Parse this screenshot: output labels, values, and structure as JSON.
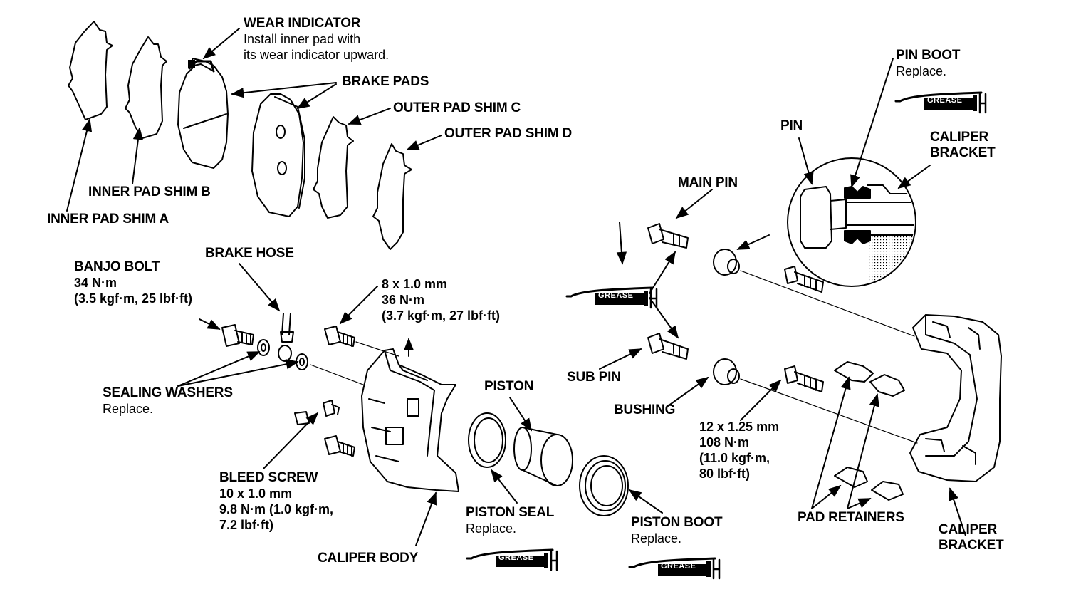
{
  "labels": {
    "wear_indicator": {
      "title": "WEAR INDICATOR",
      "line1": "Install inner pad with",
      "line2": "its wear indicator upward."
    },
    "brake_pads": "BRAKE PADS",
    "outer_pad_shim_c": "OUTER PAD SHIM C",
    "outer_pad_shim_d": "OUTER PAD SHIM D",
    "inner_pad_shim_b": "INNER PAD SHIM B",
    "inner_pad_shim_a": "INNER PAD SHIM A",
    "pin_boot": {
      "title": "PIN BOOT",
      "note": "Replace."
    },
    "pin": "PIN",
    "caliper_bracket_top": {
      "line1": "CALIPER",
      "line2": "BRACKET"
    },
    "main_pin": "MAIN PIN",
    "brake_hose": "BRAKE HOSE",
    "banjo_bolt": {
      "title": "BANJO BOLT",
      "line1": "34 N·m",
      "line2": "(3.5 kgf·m, 25 lbf·ft)"
    },
    "bolt_8mm": {
      "line1": "8 x 1.0 mm",
      "line2": "36 N·m",
      "line3": "(3.7 kgf·m, 27 lbf·ft)"
    },
    "sub_pin": "SUB PIN",
    "sealing_washers": {
      "title": "SEALING WASHERS",
      "note": "Replace."
    },
    "piston": "PISTON",
    "bushing": "BUSHING",
    "bolt_12mm": {
      "line1": "12 x 1.25 mm",
      "line2": "108 N·m",
      "line3": "(11.0 kgf·m,",
      "line4": "80 lbf·ft)"
    },
    "bleed_screw": {
      "title": "BLEED SCREW",
      "line1": "10 x 1.0 mm",
      "line2": "9.8 N·m (1.0 kgf·m,",
      "line3": "7.2 lbf·ft)"
    },
    "piston_seal": {
      "title": "PISTON SEAL",
      "note": "Replace."
    },
    "piston_boot": {
      "title": "PISTON BOOT",
      "note": "Replace."
    },
    "pad_retainers": "PAD RETAINERS",
    "caliper_bracket_bottom": {
      "line1": "CALIPER",
      "line2": "BRACKET"
    },
    "caliper_body": "CALIPER BODY"
  },
  "grease_tag": "GREASE"
}
